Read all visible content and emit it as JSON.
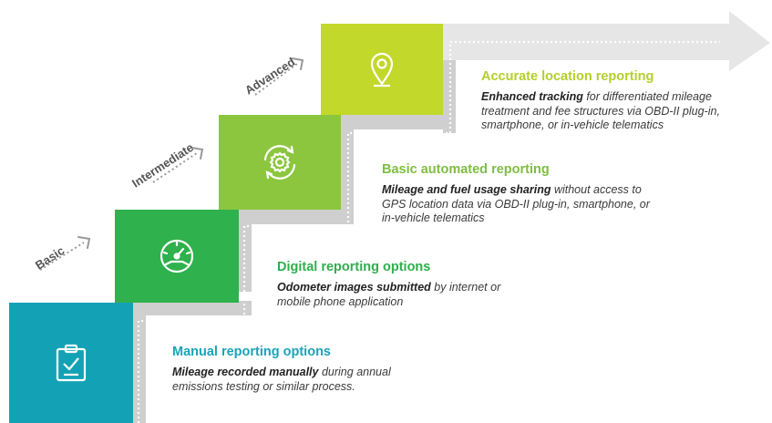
{
  "levels": {
    "basic": "Basic",
    "intermediate": "Intermediate",
    "advanced": "Advanced"
  },
  "steps": [
    {
      "title": "Manual reporting options",
      "desc_bold": "Mileage recorded manually",
      "desc_rest": "during annual emissions testing or similar process.",
      "icon": "clipboard-check-icon"
    },
    {
      "title": "Digital reporting options",
      "desc_bold": "Odometer images submitted",
      "desc_rest": "by internet or mobile phone application",
      "icon": "odometer-gauge-icon"
    },
    {
      "title": "Basic automated reporting",
      "desc_bold": "Mileage and fuel usage sharing",
      "desc_rest": "without access to GPS location data via OBD-II plug-in, smartphone, or in-vehicle telematics",
      "icon": "gear-refresh-icon"
    },
    {
      "title": "Accurate location reporting",
      "desc_bold": "Enhanced tracking",
      "desc_rest": "for differentiated mileage treatment and fee structures via OBD-II plug-in, smartphone, or in-vehicle telematics",
      "icon": "location-pin-icon"
    }
  ],
  "colors": {
    "step1": "#13a2b5",
    "step2": "#2fb14d",
    "step3": "#8cc63f",
    "step4": "#c2d82a",
    "title1": "#1aa3b8",
    "title2": "#2eae4d",
    "title3": "#7fbd42",
    "title4": "#b5cf2a",
    "stair": "#c4c4c4",
    "stair_light": "#e3e3e3",
    "level_text": "#555555"
  }
}
